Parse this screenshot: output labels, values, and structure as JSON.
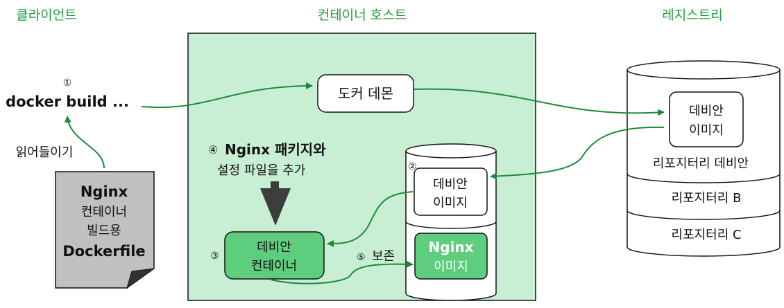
{
  "sections": {
    "client": "클라이언트",
    "host": "컨테이너 호스트",
    "registry": "레지스트리"
  },
  "client": {
    "step1_marker": "①",
    "command": "docker build ...",
    "read_label": "읽어들이기",
    "dockerfile_lines": [
      "Nginx",
      "컨테이너",
      "빌드용",
      "Dockerfile"
    ]
  },
  "host": {
    "daemon": "도커 데몬",
    "step4_marker": "④",
    "step4_line1": "Nginx 패키지와",
    "step4_line2": "설정 파일을 추가",
    "step2_marker": "②",
    "debian_image": [
      "데비안",
      "이미지"
    ],
    "nginx_image": [
      "Nginx",
      "이미지"
    ],
    "step3_marker": "③",
    "debian_container": [
      "데비안",
      "컨테이너"
    ],
    "step5_marker": "⑤",
    "save_label": "보존"
  },
  "registry": {
    "debian_image": [
      "데비안",
      "이미지"
    ],
    "repos": [
      "리포지터리 데비안",
      "리포지터리 B",
      "리포지터리 C"
    ]
  },
  "colors": {
    "green_text": "#1e9e3e",
    "host_fill": "#c8efd4",
    "green_box": "#5fcd7e",
    "dockerfile_fill": "#c0c0c0",
    "arrow_green": "#1d8a36"
  }
}
